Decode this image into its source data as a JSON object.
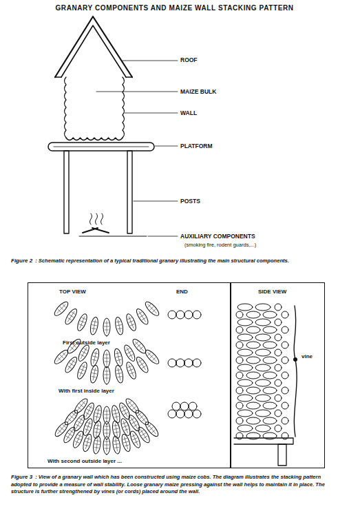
{
  "diagram": {
    "title": "GRANARY COMPONENTS AND MAIZE WALL STACKING PATTERN",
    "nodes": [
      {
        "text": [
          "TOP VIEW",
          "END",
          "First outside layer",
          "With first inside layer",
          "With second outside layer ..."
        ]
      },
      {
        "text": [
          "SIDE VIEW",
          "vine"
        ]
      }
    ],
    "labels": [
      "ROOF",
      "MAIZE BULK",
      "WALL",
      "PLATFORM",
      "POSTS",
      "AUXILIARY COMPONENTS",
      "(smoking fire, rodent guards,...)",
      "Figure 2",
      ": Schematic representation of a typical traditional granary illustrating the main structural components.",
      "Figure 3",
      ": View of a granary wall which has been constructed using maize cobs. The diagram illustrates the stacking pattern adopted to provide a measure of wall stability. Loose granary maize pressing against the wall helps to maintain it in place. The structure is further strengthened by vines (or cords) placed around the wall."
    ]
  }
}
